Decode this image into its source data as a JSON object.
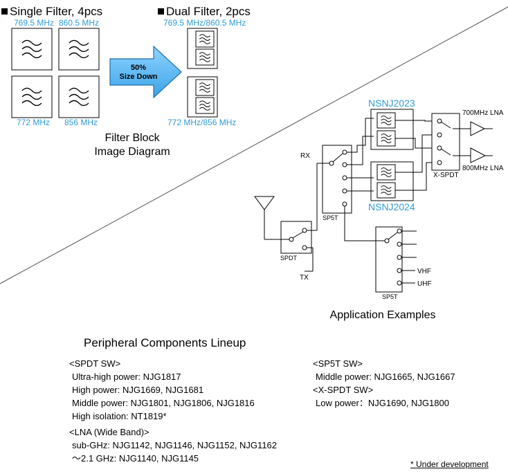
{
  "filters": {
    "single_title": "Single Filter, 4pcs",
    "dual_title": "Dual Filter, 2pcs",
    "freq_tl": "769.5 MHz",
    "freq_tr": "860.5 MHz",
    "freq_bl": "772 MHz",
    "freq_br": "856 MHz",
    "dual_top": "769.5 MHz/860.5  MHz",
    "dual_bottom": "772 MHz/856 MHz",
    "arrow_line1": "50%",
    "arrow_line2": "Size Down",
    "caption_line1": "Filter Block",
    "caption_line2": "Image Diagram"
  },
  "application": {
    "nsnj_top": "NSNJ2023",
    "nsnj_bottom": "NSNJ2024",
    "lna_700": "700MHz LNA",
    "lna_800": "800MHz LNA",
    "xspdt": "X-SPDT",
    "rx": "RX",
    "tx": "TX",
    "sp5t_main": "SP5T",
    "sp5t_lower": "SP5T",
    "spdt": "SPDT",
    "vhf": "VHF",
    "uhf": "UHF",
    "caption": "Application Examples"
  },
  "lineup": {
    "title": "Peripheral Components Lineup",
    "left": [
      {
        "header": "<SPDT SW>",
        "items": [
          "Ultra-high power: NJG1817",
          "High power: NJG1669, NJG1681",
          "Middle power: NJG1801, NJG1806, NJG1816",
          "High isolation: NT1819*"
        ]
      },
      {
        "header": "<LNA (Wide Band)>",
        "items": [
          "sub-GHz: NJG1142, NJG1146, NJG1152, NJG1162",
          "～2.1 GHz: NJG1140, NJG1145"
        ]
      }
    ],
    "right": [
      {
        "header": "<SP5T SW>",
        "items": [
          "Middle power: NJG1665, NJG1667"
        ]
      },
      {
        "header": "<X-SPDT SW>",
        "items": [
          "Low power：NJG1690,  NJG1800"
        ]
      }
    ],
    "footnote": "* Under development"
  },
  "colors": {
    "accent_blue": "#2E9BD6",
    "arrow_fill": "#5BB8F0"
  }
}
